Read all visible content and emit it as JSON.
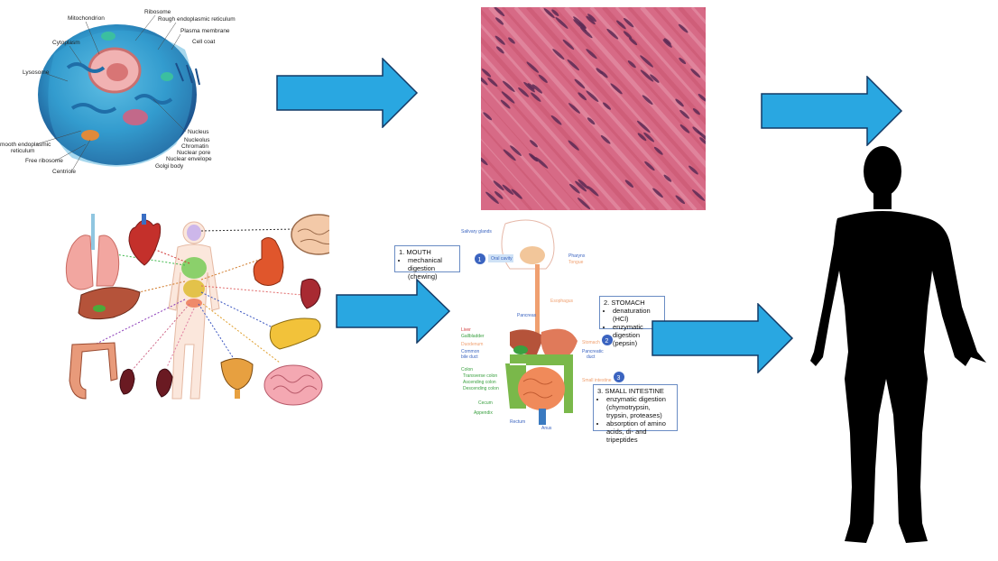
{
  "cell": {
    "labels": {
      "mitochondrion": "Mitochondrion",
      "ribosome": "Ribosome",
      "rough_er": "Rough endoplasmic reticulum",
      "plasma_membrane": "Plasma membrane",
      "cell_coat": "Cell coat",
      "cytoplasm": "Cytoplasm",
      "lysosome": "Lysosome",
      "smooth_er_1": "mooth endoplasmic",
      "smooth_er_2": "reticulum",
      "free_ribosome": "Free ribosome",
      "centriole": "Centriole",
      "nucleus": "Nucleus",
      "nucleolus": "Nucleolus",
      "chromatin": "Chromatin",
      "nuclear_pore": "Nuclear pore",
      "nuclear_envelope": "Nuclear envelope",
      "golgi_body": "Golgi body"
    }
  },
  "digestive": {
    "labels": {
      "salivary": "Salivary glands",
      "oral_cavity": "Oral cavity",
      "pharynx": "Pharynx",
      "tongue": "Tongue",
      "esophagus": "Esophagus",
      "pancreas": "Pancreas",
      "liver": "Liver",
      "gallbladder": "Gallbladder",
      "duodenum": "Duodenum",
      "common_bile_1": "Common",
      "common_bile_2": "bile duct",
      "stomach": "Stomach",
      "pancreatic_duct_1": "Pancreatic",
      "pancreatic_duct_2": "duct",
      "colon": "Colon",
      "transverse": "Transverse colon",
      "ascending": "Ascending colon",
      "descending": "Descending colon",
      "small_intestine": "Small intestine",
      "cecum": "Cecum",
      "appendix": "Appendix",
      "rectum": "Rectum",
      "anus": "Anus"
    },
    "callouts": {
      "mouth": {
        "title": "1. MOUTH",
        "items": [
          "mechanical digestion (chewing)"
        ]
      },
      "stomach": {
        "title": "2. STOMACH",
        "items": [
          "denaturation (HCl)",
          "enzymatic digestion (pepsin)"
        ]
      },
      "small_intestine": {
        "title": "3. SMALL INTESTINE",
        "items": [
          "enzymatic digestion (chymotrypsin, trypsin, proteases)",
          "absorption of amino acids, di- and tripeptides"
        ]
      }
    },
    "markers": [
      "1",
      "2",
      "3"
    ]
  },
  "colors": {
    "arrow_fill": "#29a7e1",
    "arrow_stroke": "#123a66",
    "tissue_pink": "#d76a86",
    "nuclei": "#5a2a55",
    "silhouette": "#000000",
    "marker_blue": "#3b64c0"
  }
}
